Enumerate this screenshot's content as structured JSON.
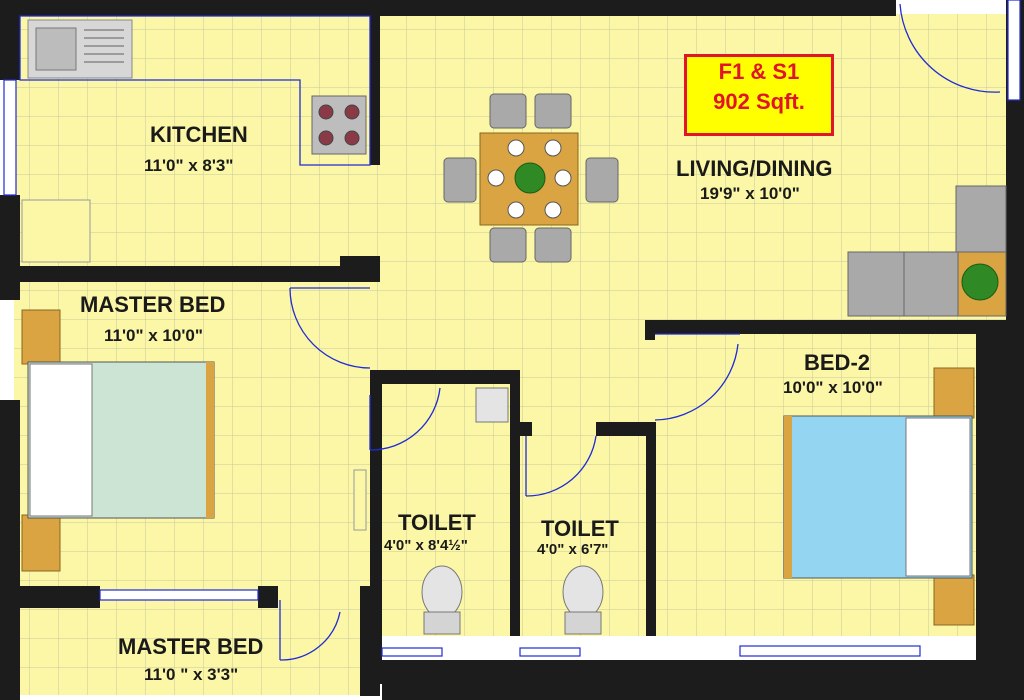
{
  "plan": {
    "badge": {
      "unit": "F1 & S1",
      "area": "902 Sqft."
    },
    "rooms": [
      {
        "id": "kitchen",
        "name": "KITCHEN",
        "dims": "11'0\" x 8'3\""
      },
      {
        "id": "living",
        "name": "LIVING/DINING",
        "dims": "19'9\" x 10'0\""
      },
      {
        "id": "master",
        "name": "MASTER BED",
        "dims": "11'0\" x 10'0\""
      },
      {
        "id": "bed2",
        "name": "BED-2",
        "dims": "10'0\" x 10'0\""
      },
      {
        "id": "toilet1",
        "name": "TOILET",
        "dims": "4'0\" x 8'4½\""
      },
      {
        "id": "toilet2",
        "name": "TOILET",
        "dims": "4'0\" x 6'7\""
      },
      {
        "id": "master2",
        "name": "MASTER BED",
        "dims": "11'0 \" x 3'3\""
      }
    ]
  },
  "colors": {
    "floor": "#fbf7a6",
    "grid": "#c9c7a0",
    "wall": "#1c1c1c",
    "door": "#1f2bd6",
    "bed_master": "#cce4d4",
    "bed_2": "#94d6f2",
    "wood": "#d9a441",
    "badge_fill": "#ffff00",
    "badge_text": "#e0142a"
  }
}
